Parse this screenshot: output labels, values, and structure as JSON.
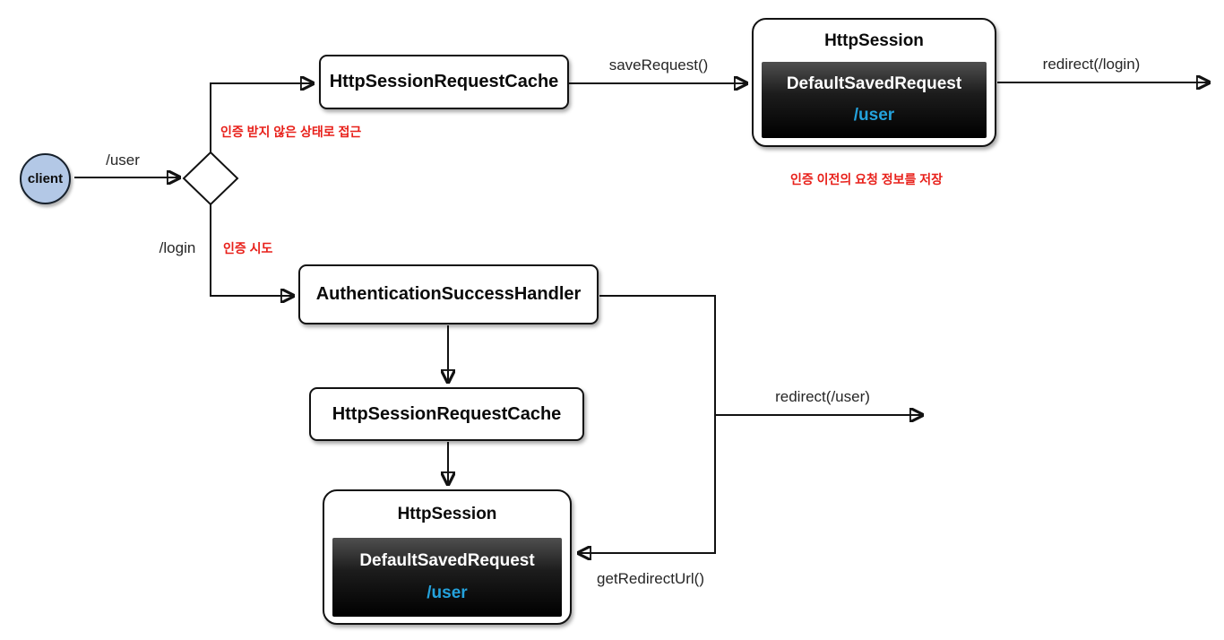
{
  "diagram": {
    "client": {
      "label": "client"
    },
    "nodes": {
      "cache_top": {
        "label": "HttpSessionRequestCache"
      },
      "session_top": {
        "title": "HttpSession",
        "saved_request": "DefaultSavedRequest",
        "saved_value": "/user"
      },
      "auth_handler": {
        "label": "AuthenticationSuccessHandler"
      },
      "cache_bottom": {
        "label": "HttpSessionRequestCache"
      },
      "session_bottom": {
        "title": "HttpSession",
        "saved_request": "DefaultSavedRequest",
        "saved_value": "/user"
      }
    },
    "edge_labels": {
      "user_path": "/user",
      "login_path": "/login",
      "save_request": "saveRequest()",
      "redirect_login": "redirect(/login)",
      "redirect_user": "redirect(/user)",
      "get_redirect_url": "getRedirectUrl()"
    },
    "annotations": {
      "unauthenticated_access": "인증 받지 않은 상태로 접근",
      "auth_attempt": "인증 시도",
      "save_info": "인증 이전의 요청 정보를 저장"
    },
    "colors": {
      "accent_red": "#e8201a",
      "value_blue": "#24a2dc",
      "client_fill": "#b3c8e6",
      "line_black": "#121212"
    }
  }
}
